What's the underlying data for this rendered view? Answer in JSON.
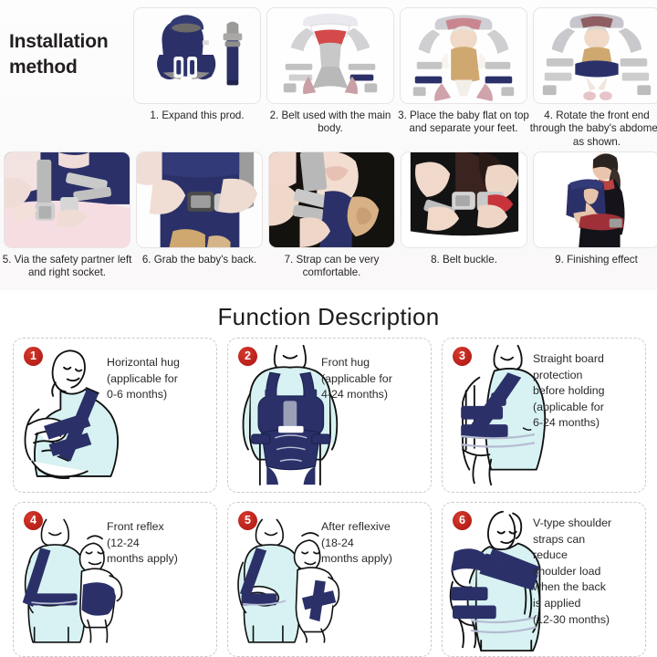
{
  "install": {
    "title": "Installation\nmethod",
    "steps": [
      {
        "num": "1.",
        "text": "Expand this prod.",
        "image": "carrier-flat-and-belt-photo"
      },
      {
        "num": "2.",
        "text": "Belt used with the main body.",
        "image": "carrier-opened-with-belt-photo"
      },
      {
        "num": "3.",
        "text": "Place the baby flat on top and separate your feet.",
        "image": "baby-lying-on-carrier-photo"
      },
      {
        "num": "4.",
        "text": "Rotate the front end through the baby's abdomen as shown.",
        "image": "carrier-front-rotated-over-baby-photo"
      },
      {
        "num": "5.",
        "text": "Via the safety partner left and right socket.",
        "image": "hands-clipping-side-buckle-photo"
      },
      {
        "num": "6.",
        "text": "Grab the baby's back.",
        "image": "hands-on-carrier-back-photo"
      },
      {
        "num": "7.",
        "text": "Strap can be very comfortable.",
        "image": "shoulder-strap-adjust-photo"
      },
      {
        "num": "8.",
        "text": "Belt buckle.",
        "image": "back-buckle-fastening-photo"
      },
      {
        "num": "9.",
        "text": "Finishing effect",
        "image": "woman-wearing-carrier-photo"
      }
    ]
  },
  "functions": {
    "title": "Function Description",
    "cards": [
      {
        "badge": "1",
        "text": "Horizontal hug\n(applicable for\n0-6 months)",
        "art": "horizontal-hug-illustration"
      },
      {
        "badge": "2",
        "text": "Front hug\n(applicable for\n4-24 months)",
        "art": "front-hug-illustration"
      },
      {
        "badge": "3",
        "text": "Straight board\nprotection\nbefore holding\n(applicable for\n6-24 months)",
        "art": "straight-board-illustration"
      },
      {
        "badge": "4",
        "text": "Front reflex\n(12-24\nmonths apply)",
        "art": "front-reflex-illustration"
      },
      {
        "badge": "5",
        "text": "After reflexive\n(18-24\nmonths apply)",
        "art": "after-reflexive-illustration"
      },
      {
        "badge": "6",
        "text": "V-type shoulder\nstraps can\nreduce\nshoulder load\nwhen the back\nis applied\n(12-30 months)",
        "art": "v-type-shoulder-illustration"
      }
    ]
  },
  "colors": {
    "badge_red": "#b8201a",
    "navy": "#2b3168",
    "mint": "#cdeef0",
    "ink": "#1a1a1a",
    "card_border": "#c9c9c9",
    "photo_border": "#e6e4e3",
    "page_bg": "#ffffff",
    "install_bg": "#faf8f8"
  }
}
